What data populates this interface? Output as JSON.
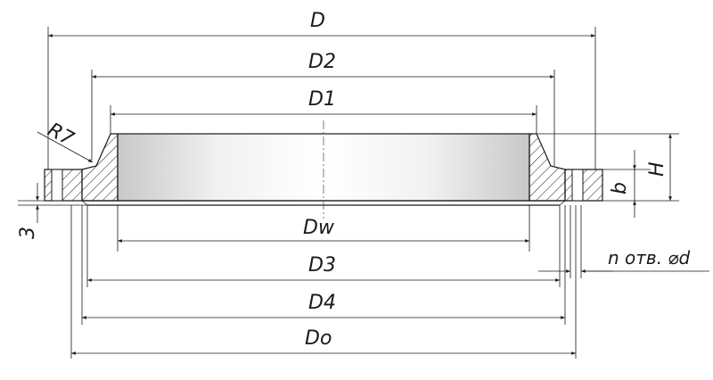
{
  "labels": {
    "D": "D",
    "D2": "D2",
    "D1": "D1",
    "Dw": "Dw",
    "D3": "D3",
    "D4": "D4",
    "Do": "Do",
    "R7": "R7",
    "three": "3",
    "b": "b",
    "H": "H",
    "holes": "n отв. ⌀d"
  },
  "colors": {
    "line": "#1a1a1a",
    "bore_fill_light": "#f2f2f2",
    "bore_fill_dark": "#c8c8c8"
  }
}
